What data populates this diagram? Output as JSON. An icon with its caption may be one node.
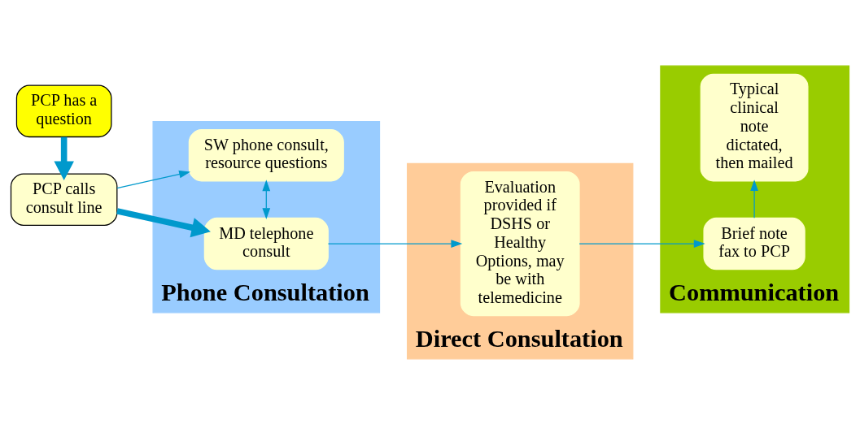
{
  "diagram": {
    "nodes": [
      {
        "text": [
          "PCP has a question"
        ]
      },
      {
        "text": [
          "PCP calls consult line"
        ]
      },
      {
        "text": [
          "Phone Consultation"
        ]
      },
      {
        "text": [
          "MD telephone consult"
        ],
        "in": 2
      },
      {
        "text": [
          "SW phone consult, resource questions"
        ],
        "in": 2
      },
      {
        "text": [
          "Direct Consultation"
        ]
      },
      {
        "text": [
          "Evaluation provided if DSHS or Healthy Options, may be with telemedicine"
        ],
        "in": 5
      },
      {
        "text": [
          "Communication"
        ]
      },
      {
        "text": [
          "Brief note fax to PCP"
        ],
        "in": 7
      },
      {
        "text": [
          "Typical clinical note dictated, then mailed"
        ],
        "in": 7
      }
    ],
    "edges": [
      {
        "from": 0,
        "to": 1,
        "arrow": "to",
        "style": "thick"
      },
      {
        "from": 1,
        "to": 3,
        "arrow": "to",
        "style": "thick"
      },
      {
        "from": 1,
        "to": 4,
        "arrow": "to"
      },
      {
        "from": 3,
        "to": 4,
        "arrow": "both"
      },
      {
        "from": 3,
        "to": 6,
        "arrow": "to"
      },
      {
        "from": 6,
        "to": 8,
        "arrow": "to"
      },
      {
        "from": 8,
        "to": 9,
        "arrow": "to"
      }
    ]
  }
}
